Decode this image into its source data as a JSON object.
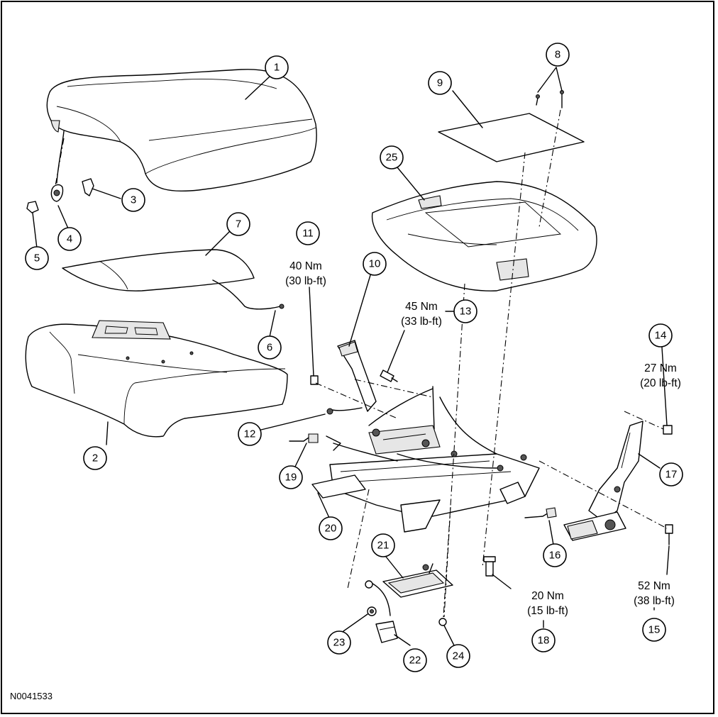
{
  "figure_id": "N0041533",
  "callouts": [
    {
      "id": "c1",
      "label": "1"
    },
    {
      "id": "c2",
      "label": "2"
    },
    {
      "id": "c3",
      "label": "3"
    },
    {
      "id": "c4",
      "label": "4"
    },
    {
      "id": "c5",
      "label": "5"
    },
    {
      "id": "c6",
      "label": "6"
    },
    {
      "id": "c7",
      "label": "7"
    },
    {
      "id": "c8",
      "label": "8"
    },
    {
      "id": "c9",
      "label": "9"
    },
    {
      "id": "c10",
      "label": "10"
    },
    {
      "id": "c11",
      "label": "11"
    },
    {
      "id": "c12",
      "label": "12"
    },
    {
      "id": "c13",
      "label": "13"
    },
    {
      "id": "c14",
      "label": "14"
    },
    {
      "id": "c15",
      "label": "15"
    },
    {
      "id": "c16",
      "label": "16"
    },
    {
      "id": "c17",
      "label": "17"
    },
    {
      "id": "c18",
      "label": "18"
    },
    {
      "id": "c19",
      "label": "19"
    },
    {
      "id": "c20",
      "label": "20"
    },
    {
      "id": "c21",
      "label": "21"
    },
    {
      "id": "c22",
      "label": "22"
    },
    {
      "id": "c23",
      "label": "23"
    },
    {
      "id": "c24",
      "label": "24"
    },
    {
      "id": "c25",
      "label": "25"
    }
  ],
  "torque_specs": {
    "t11": {
      "metric": "40 Nm",
      "imperial": "(30 lb-ft)"
    },
    "t13": {
      "metric": "45 Nm",
      "imperial": "(33 lb-ft)"
    },
    "t14": {
      "metric": "27 Nm",
      "imperial": "(20 lb-ft)"
    },
    "t15": {
      "metric": "52 Nm",
      "imperial": "(38 lb-ft)"
    },
    "t18": {
      "metric": "20 Nm",
      "imperial": "(15 lb-ft)"
    }
  }
}
